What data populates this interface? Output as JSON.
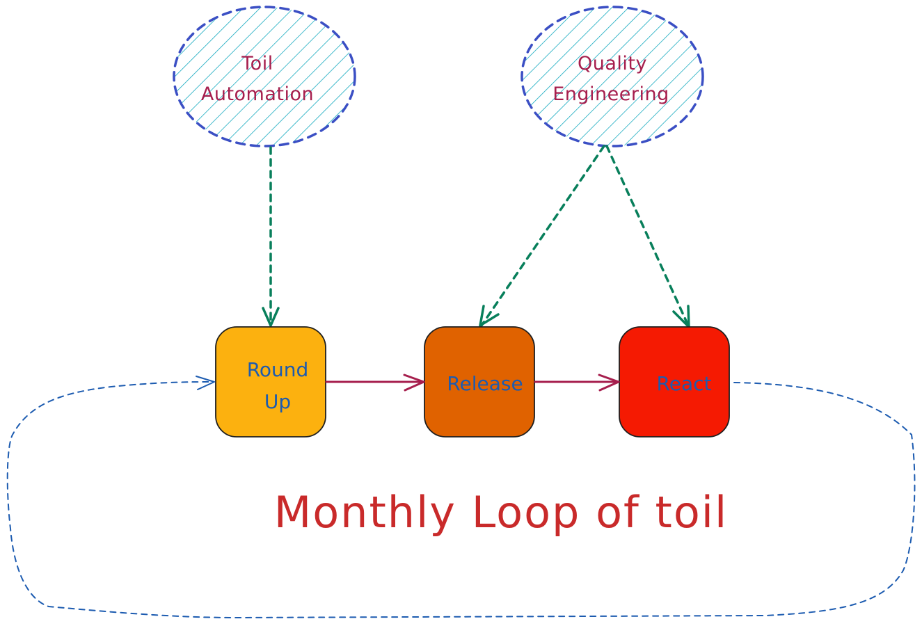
{
  "diagram": {
    "style": "hand-drawn sketch",
    "ellipses": [
      {
        "id": "toil-automation",
        "lines": [
          "Toil",
          "Automation"
        ],
        "stroke": "#3b4fc4",
        "hatch": "#15aabf",
        "text_color": "#a61e4d"
      },
      {
        "id": "quality-engineering",
        "lines": [
          "Quality",
          "Engineering"
        ],
        "stroke": "#3b4fc4",
        "hatch": "#15aabf",
        "text_color": "#a61e4d"
      }
    ],
    "boxes": [
      {
        "id": "round-up",
        "lines": [
          "Round",
          "Up"
        ],
        "fill": "#fcb10f",
        "text_color": "#1c5bb0"
      },
      {
        "id": "release",
        "lines": [
          "Release"
        ],
        "fill": "#e06200",
        "text_color": "#1c5bb0"
      },
      {
        "id": "react",
        "lines": [
          "React"
        ],
        "fill": "#f51a02",
        "text_color": "#1c5bb0"
      }
    ],
    "arrows": [
      {
        "from": "toil-automation",
        "to": "round-up",
        "style": "dashed",
        "color": "#087f5b"
      },
      {
        "from": "quality-engineering",
        "to": "release",
        "style": "dashed",
        "color": "#087f5b"
      },
      {
        "from": "quality-engineering",
        "to": "react",
        "style": "dashed",
        "color": "#087f5b"
      },
      {
        "from": "round-up",
        "to": "release",
        "style": "solid",
        "color": "#a61e4d"
      },
      {
        "from": "release",
        "to": "react",
        "style": "solid",
        "color": "#a61e4d"
      },
      {
        "from": "react",
        "to": "round-up",
        "style": "dashed-loop",
        "color": "#1c5bb0"
      }
    ],
    "loop_label": {
      "text": "Monthly Loop of toil",
      "color": "#c92a2a"
    }
  }
}
